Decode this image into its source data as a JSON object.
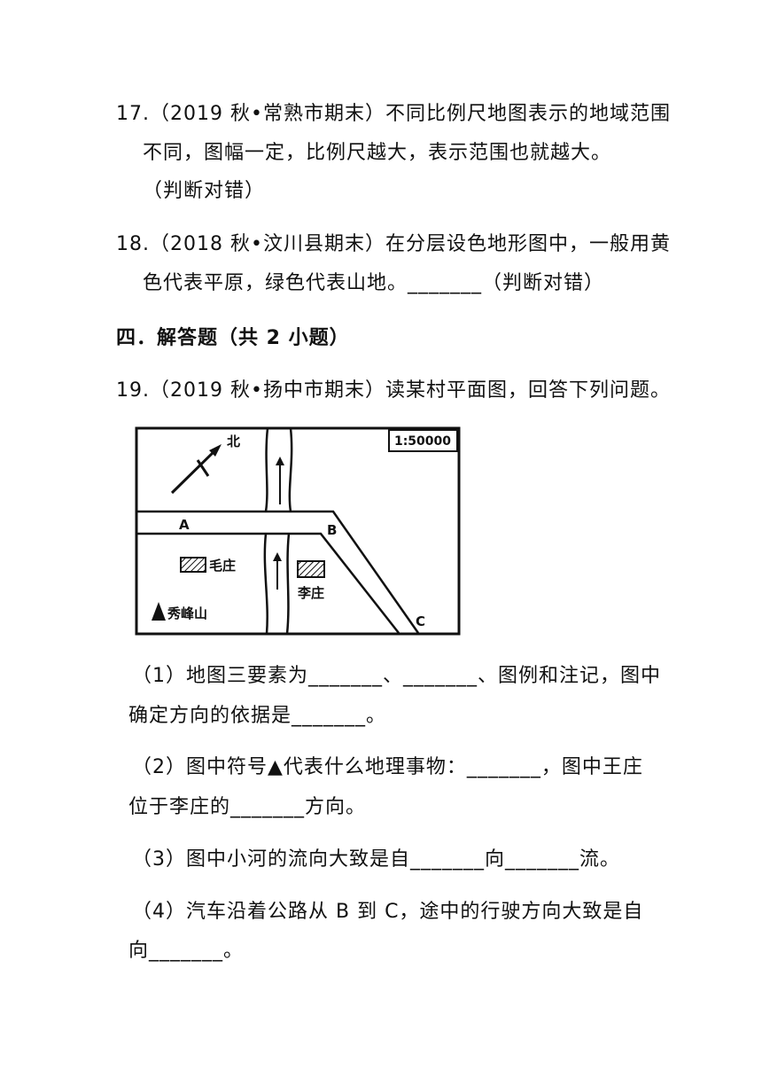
{
  "questions": {
    "q17": {
      "line1": "17.（2019 秋•常熟市期末）不同比例尺地图表示的地域范围",
      "line2": "不同，图幅一定，比例尺越大，表示范围也就越大。",
      "line3": "（判断对错）"
    },
    "q18": {
      "line1": "18.（2018 秋•汶川县期末）在分层设色地形图中，一般用黄",
      "line2": "色代表平原，绿色代表山地。_______（判断对错）"
    },
    "section_title": "四．解答题（共 2 小题）",
    "q19": {
      "stem": "19.（2019 秋•扬中市期末）读某村平面图，回答下列问题。",
      "sub1_line1": "（1）地图三要素为_______、_______、图例和注记，图中",
      "sub1_line2": "确定方向的依据是_______。",
      "sub2_line1": "（2）图中符号▲代表什么地理事物：_______，图中王庄",
      "sub2_line2": "位于李庄的_______方向。",
      "sub3": "（3）图中小河的流向大致是自_______向_______流。",
      "sub4_line1": "（4）汽车沿着公路从 B 到 C，途中的行驶方向大致是自",
      "sub4_line2": "向_______。"
    }
  },
  "map": {
    "scale": "1:50000",
    "north": "北",
    "point_a": "A",
    "point_b": "B",
    "point_c": "C",
    "village_mao": "毛庄",
    "village_li": "李庄",
    "mountain": "秀峰山"
  }
}
